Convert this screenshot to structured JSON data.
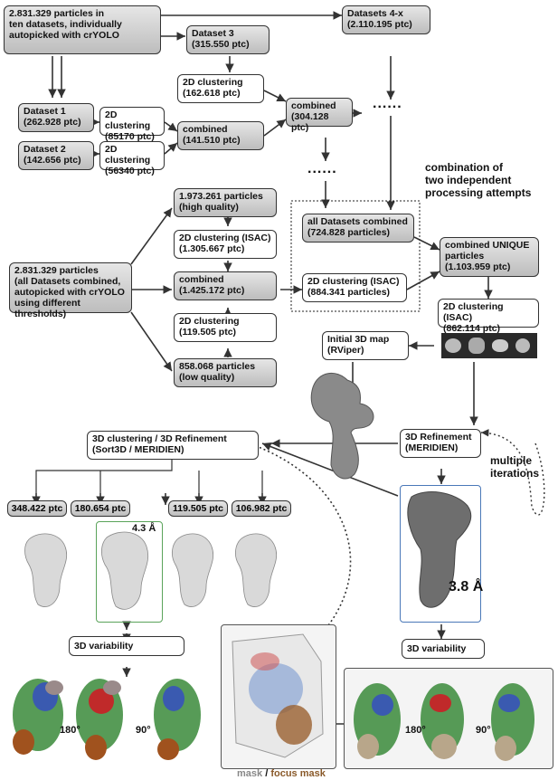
{
  "boxes": {
    "start": "2.831.329 particles in\nten datasets, individually\nautopicked with crYOLO",
    "dataset3": "Dataset 3\n(315.550 ptc)",
    "datasets4x": "Datasets 4-x\n(2.110.195 ptc)",
    "clust3": "2D clustering\n(162.618 ptc)",
    "dataset1": "Dataset 1\n(262.928 ptc)",
    "clust1": "2D clustering\n(85170 ptc)",
    "combined_a": "combined\n(304.128 ptc)",
    "combined_b": "combined\n(141.510 ptc)",
    "dataset2": "Dataset 2\n(142.656 ptc)",
    "clust2": "2D clustering\n(56340 ptc)",
    "hq": "1.973.261 particles\n(high quality)",
    "all_combined": "all Datasets combined\n(724.828 particles)",
    "isac1": "2D clustering (ISAC)\n(1.305.667 ptc)",
    "unique": "combined UNIQUE\nparticles\n(1.103.959 ptc)",
    "start2": "2.831.329 particles\n(all Datasets combined,\nautopicked with crYOLO\nusing different thresholds)",
    "combined_c": "combined\n(1.425.172 ptc)",
    "isac2": "2D clustering (ISAC)\n(884.341 particles)",
    "isac3": "2D clustering (ISAC)\n(862.114 ptc)",
    "clust_lq": "2D clustering\n(119.505 ptc)",
    "initial3d": "Initial 3D map\n(RViper)",
    "lq": "858.068 particles\n(low quality)",
    "sort3d": "3D clustering / 3D Refinement\n(Sort3D / MERIDIEN)",
    "refine": "3D Refinement\n(MERIDIEN)",
    "var1": "3D variability",
    "var2": "3D variability"
  },
  "ptc_classes": [
    "348.422 ptc",
    "180.654 ptc",
    "119.505 ptc",
    "106.982 ptc"
  ],
  "labels": {
    "combination": "combination of\ntwo independent\nprocessing attempts",
    "multiple": "multiple\niterations",
    "res_class": "4.3 Å",
    "res_final": "3.8 Å",
    "rot180": "180°",
    "rot90": "90°",
    "rot180b": "180°",
    "rot90b": "90°",
    "mask": "mask",
    "slash": " / ",
    "focus_mask": "focus mask",
    "dots1": "......",
    "dots2": "......"
  },
  "colors": {
    "box_fill": "#cfcfcf",
    "class_frame": "#5aa35a",
    "final_frame": "#4a78b8",
    "focus_mask": "#8a5a2a"
  }
}
